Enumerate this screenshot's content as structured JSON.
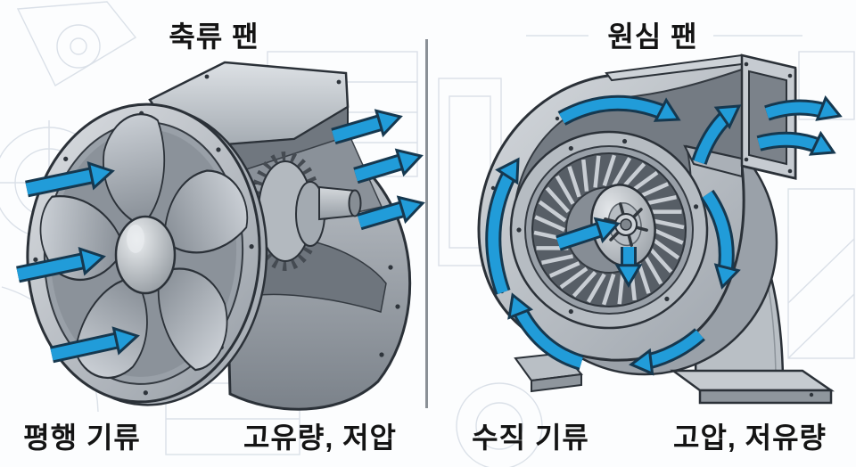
{
  "panels": {
    "axial": {
      "title": "축류 팬",
      "flow_label": "평행 기류",
      "spec_label": "고유량, 저압"
    },
    "centrifugal": {
      "title": "원심 팬",
      "flow_label": "수직 기류",
      "spec_label": "고압, 저유량"
    }
  },
  "colors": {
    "arrow_fill": "#219CD9",
    "arrow_outline": "#16384F",
    "line": "#2b3138",
    "metal_light": "#D3D7DC",
    "metal_mid": "#A8AFB6",
    "metal_dark": "#767D85",
    "blueprint": "#D9DFE7",
    "divider": "#8A9096",
    "text": "#141414",
    "background": "#FCFDFE"
  }
}
